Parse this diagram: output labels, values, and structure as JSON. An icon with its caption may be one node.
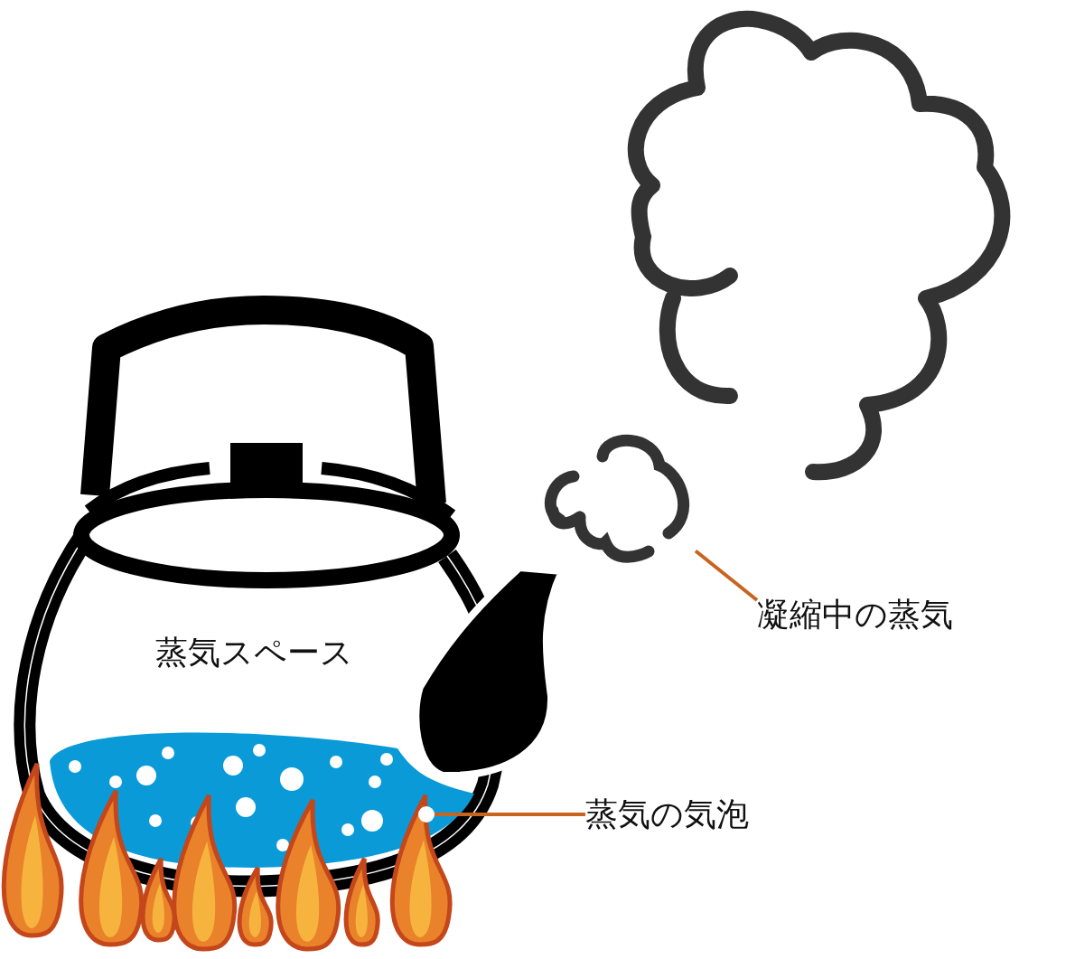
{
  "diagram": {
    "nodes": [
      {
        "text": [
          "凝縮中の蒸気"
        ]
      },
      {
        "text": [],
        "shape": "cloud"
      },
      {
        "text": [
          "蒸気の気泡"
        ]
      },
      {
        "text": [],
        "shape": "circle"
      }
    ],
    "edges": [
      {
        "from": 0,
        "to": 1,
        "arrow": "none",
        "color": "#c9641e"
      },
      {
        "from": 2,
        "to": 3,
        "arrow": "none",
        "color": "#c9641e"
      }
    ],
    "labels": [
      "蒸気スペース"
    ]
  }
}
